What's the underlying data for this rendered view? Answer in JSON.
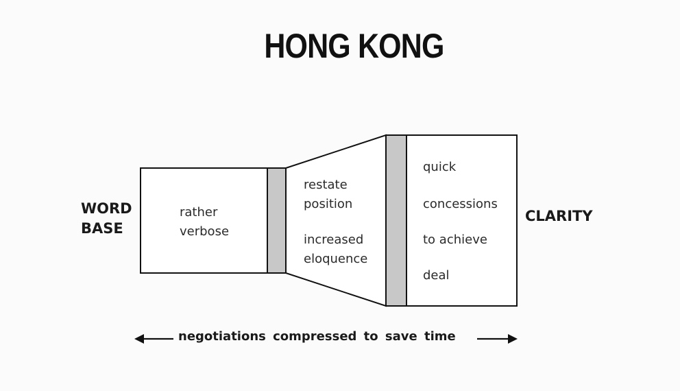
{
  "title": "HONG KONG",
  "left_label": {
    "line1": "WORD",
    "line2": "BASE"
  },
  "right_label": "CLARITY",
  "box1": {
    "line1": "rather",
    "line2": "verbose"
  },
  "box2": {
    "line1": "restate",
    "line2": "position",
    "line3": "increased",
    "line4": "eloquence"
  },
  "box3": {
    "line1": "quick",
    "line2": "concessions",
    "line3": "to achieve",
    "line4": "deal"
  },
  "bottom_caption": "negotiations compressed to save time",
  "colors": {
    "line": "#111111",
    "separator": "#c8c8c8"
  }
}
